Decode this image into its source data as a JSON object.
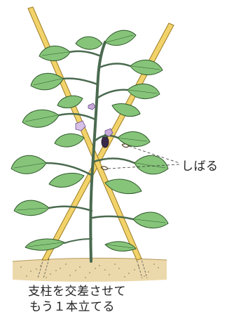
{
  "tie_label": "しばる",
  "caption": {
    "line1": "支柱を交差させて",
    "line2": "もう１本立てる"
  },
  "colors": {
    "leaf_fill": "#86c47a",
    "leaf_stroke": "#2f5a2a",
    "stem": "#4a6a4f",
    "stake_fill": "#f2d36a",
    "stake_stroke": "#9a7a20",
    "flower": "#c7a9d8",
    "fruit": "#3a2a4a",
    "soil": "#e8d3a3"
  }
}
